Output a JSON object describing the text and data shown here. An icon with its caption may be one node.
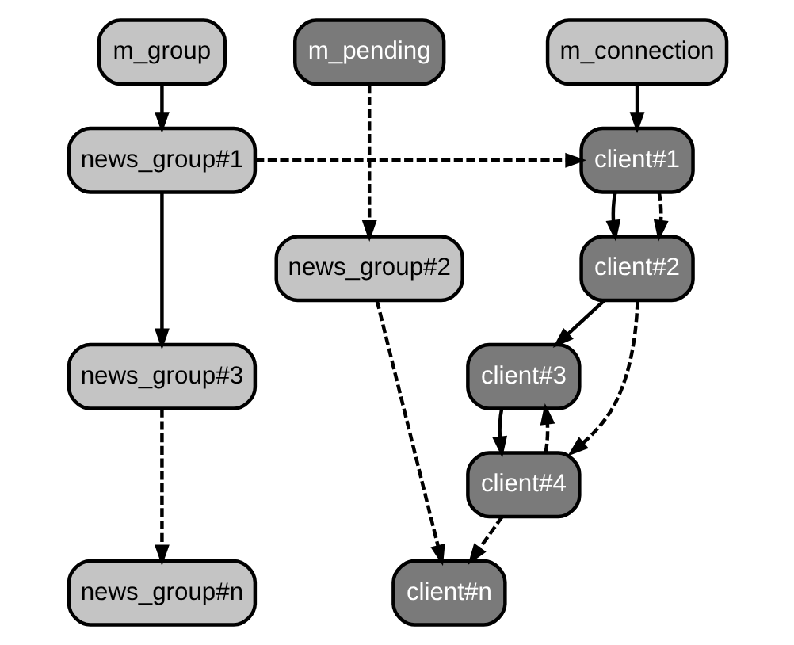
{
  "diagram": {
    "nodes": [
      {
        "text": [
          "m_group"
        ]
      },
      {
        "text": [
          "m_pending"
        ]
      },
      {
        "text": [
          "m_connection"
        ]
      },
      {
        "text": [
          "news_group#1"
        ]
      },
      {
        "text": [
          "news_group#2"
        ]
      },
      {
        "text": [
          "news_group#3"
        ]
      },
      {
        "text": [
          "news_group#n"
        ]
      },
      {
        "text": [
          "client#1"
        ]
      },
      {
        "text": [
          "client#2"
        ]
      },
      {
        "text": [
          "client#3"
        ]
      },
      {
        "text": [
          "client#4"
        ]
      },
      {
        "text": [
          "client#n"
        ]
      }
    ],
    "edges": [
      {
        "from": 0,
        "to": 3,
        "arrow": "to"
      },
      {
        "from": 1,
        "to": 4,
        "arrow": "to",
        "style": "dashed"
      },
      {
        "from": 3,
        "to": 5,
        "arrow": "to"
      },
      {
        "from": 5,
        "to": 6,
        "arrow": "to",
        "style": "dashed"
      },
      {
        "from": 2,
        "to": 7,
        "arrow": "to"
      },
      {
        "from": 7,
        "to": 8,
        "arrow": "to"
      },
      {
        "from": 8,
        "to": 9,
        "arrow": "to"
      },
      {
        "from": 9,
        "to": 10,
        "arrow": "to"
      },
      {
        "from": 10,
        "to": 11,
        "arrow": "to",
        "style": "dashed"
      },
      {
        "from": 3,
        "to": 7,
        "arrow": "to",
        "style": "dashed"
      },
      {
        "from": 7,
        "to": 8,
        "arrow": "to",
        "style": "dashed"
      },
      {
        "from": 8,
        "to": 10,
        "arrow": "to",
        "style": "dashed"
      },
      {
        "from": 10,
        "to": 9,
        "arrow": "to",
        "style": "dashed"
      },
      {
        "from": 4,
        "to": 11,
        "arrow": "to",
        "style": "dashed"
      }
    ]
  }
}
